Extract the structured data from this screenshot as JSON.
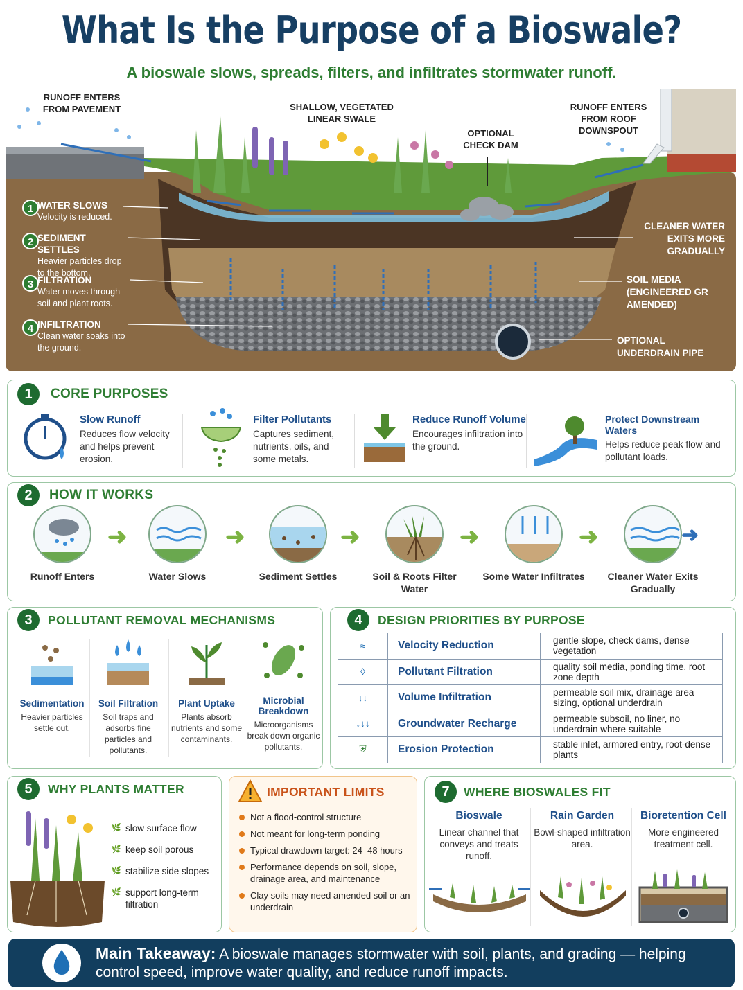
{
  "header": {
    "title": "What Is the Purpose of a Bioswale?",
    "subtitle": "A bioswale slows, spreads, filters, and infiltrates stormwater runoff."
  },
  "hero": {
    "labels": {
      "runoff_pavement": "RUNOFF ENTERS FROM PAVEMENT",
      "swale": "SHALLOW, VEGETATED LINEAR SWALE",
      "check_dam": "OPTIONAL CHECK DAM",
      "runoff_roof": "RUNOFF ENTERS FROM ROOF DOWNSPOUT",
      "cleaner_water": "CLEANER WATER EXITS MORE GRADUALLY",
      "soil_media": "SOIL MEDIA (ENGINEERED GR AMENDED)",
      "underdrain": "OPTIONAL UNDERDRAIN PIPE"
    },
    "steps": [
      {
        "num": "1",
        "title": "WATER SLOWS",
        "text": "Velocity is reduced."
      },
      {
        "num": "2",
        "title": "SEDIMENT SETTLES",
        "text": "Heavier particles drop to the bottom."
      },
      {
        "num": "3",
        "title": "FILTRATION",
        "text": "Water moves through soil and plant roots."
      },
      {
        "num": "4",
        "title": "INFILTRATION",
        "text": "Clean water soaks into the ground."
      }
    ]
  },
  "core": {
    "num": "1",
    "title": "CORE PURPOSES",
    "items": [
      {
        "title": "Slow Runoff",
        "text": "Reduces flow velocity and helps prevent erosion.",
        "icon": "stopwatch-icon"
      },
      {
        "title": "Filter Pollutants",
        "text": "Captures sediment, nutrients, oils, and some metals.",
        "icon": "filter-icon"
      },
      {
        "title": "Reduce Runoff Volume",
        "text": "Encourages infiltration into the ground.",
        "icon": "infiltration-icon"
      },
      {
        "title": "Protect Downstream Waters",
        "text": "Helps reduce peak flow and pollutant loads.",
        "icon": "river-icon"
      }
    ]
  },
  "how": {
    "num": "2",
    "title": "HOW IT WORKS",
    "steps": [
      "Runoff Enters",
      "Water Slows",
      "Sediment Settles",
      "Soil & Roots Filter Water",
      "Some Water Infiltrates",
      "Cleaner Water Exits Gradually"
    ]
  },
  "mech": {
    "num": "3",
    "title": "POLLUTANT REMOVAL MECHANISMS",
    "items": [
      {
        "title": "Sedimentation",
        "text": "Heavier particles settle out."
      },
      {
        "title": "Soil Filtration",
        "text": "Soil traps and adsorbs fine particles and pollutants."
      },
      {
        "title": "Plant Uptake",
        "text": "Plants absorb nutrients and some contaminants."
      },
      {
        "title": "Microbial Breakdown",
        "text": "Microorganisms break down organic pollutants."
      }
    ]
  },
  "design": {
    "num": "4",
    "title": "DESIGN PRIORITIES BY PURPOSE",
    "rows": [
      {
        "icon": "waves-icon",
        "name": "Velocity Reduction",
        "desc": "gentle slope, check dams, dense vegetation"
      },
      {
        "icon": "filter-diamond-icon",
        "name": "Pollutant Filtration",
        "desc": "quality soil media, ponding time, root zone depth"
      },
      {
        "icon": "down-arrows-icon",
        "name": "Volume Infiltration",
        "desc": "permeable soil mix, drainage area sizing, optional underdrain"
      },
      {
        "icon": "recharge-icon",
        "name": "Groundwater Recharge",
        "desc": "permeable subsoil, no liner, no underdrain where suitable"
      },
      {
        "icon": "shield-leaf-icon",
        "name": "Erosion Protection",
        "desc": "stable inlet, armored entry, root-dense plants"
      }
    ]
  },
  "plants": {
    "num": "5",
    "title": "WHY PLANTS MATTER",
    "items": [
      "slow surface flow",
      "keep soil porous",
      "stabilize side slopes",
      "support long-term filtration"
    ]
  },
  "limits": {
    "title": "IMPORTANT LIMITS",
    "items": [
      "Not a flood-control structure",
      "Not meant for long-term ponding",
      "Typical drawdown target: 24–48 hours",
      "Performance depends on soil, slope, drainage area, and maintenance",
      "Clay soils may need amended soil or an underdrain"
    ]
  },
  "fit": {
    "num": "7",
    "title": "WHERE BIOSWALES FIT",
    "items": [
      {
        "title": "Bioswale",
        "text": "Linear channel that conveys and treats runoff."
      },
      {
        "title": "Rain Garden",
        "text": "Bowl-shaped infiltration area."
      },
      {
        "title": "Bioretention Cell",
        "text": "More engineered treatment cell."
      }
    ]
  },
  "takeaway": {
    "lead": "Main Takeaway:",
    "text": "A bioswale manages stormwater with soil, plants, and grading — helping control speed, improve water quality, and reduce runoff impacts."
  },
  "colors": {
    "navy": "#173f63",
    "green": "#2e7d32",
    "blue": "#1f4f8a",
    "orange": "#e07a1a"
  }
}
